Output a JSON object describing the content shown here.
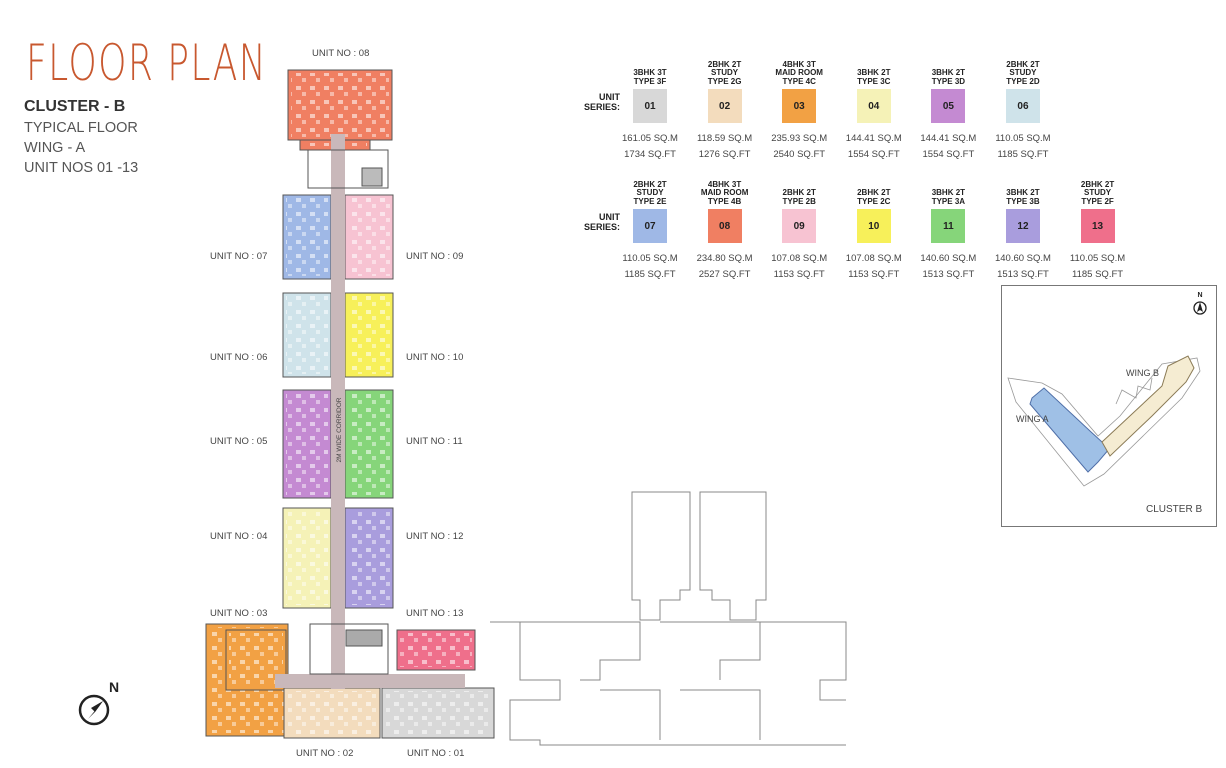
{
  "header": {
    "title": "FLOOR PLAN",
    "cluster": "CLUSTER - B",
    "floor": "TYPICAL FLOOR",
    "wing": "WING - A",
    "units": "UNIT NOS 01 -13"
  },
  "legend": {
    "series_label": "UNIT\nSERIES:",
    "row1": [
      {
        "type": "3BHK 3T\nTYPE 3F",
        "unit": "01",
        "color": "#d8d8d8",
        "sqm": "161.05 SQ.M",
        "sqft": "1734 SQ.FT"
      },
      {
        "type": "2BHK 2T\nSTUDY\nTYPE 2G",
        "unit": "02",
        "color": "#f3dcbd",
        "sqm": "118.59 SQ.M",
        "sqft": "1276 SQ.FT"
      },
      {
        "type": "4BHK 3T\nMAID ROOM\nTYPE 4C",
        "unit": "03",
        "color": "#f2a144",
        "sqm": "235.93 SQ.M",
        "sqft": "2540 SQ.FT"
      },
      {
        "type": "3BHK 2T\nTYPE 3C",
        "unit": "04",
        "color": "#f5f2b7",
        "sqm": "144.41 SQ.M",
        "sqft": "1554 SQ.FT"
      },
      {
        "type": "3BHK 2T\nTYPE 3D",
        "unit": "05",
        "color": "#c48ad2",
        "sqm": "144.41 SQ.M",
        "sqft": "1554 SQ.FT"
      },
      {
        "type": "2BHK 2T\nSTUDY\nTYPE 2D",
        "unit": "06",
        "color": "#cfe3ea",
        "sqm": "110.05 SQ.M",
        "sqft": "1185 SQ.FT"
      }
    ],
    "row2": [
      {
        "type": "2BHK 2T\nSTUDY\nTYPE 2E",
        "unit": "07",
        "color": "#9fb8e6",
        "sqm": "110.05 SQ.M",
        "sqft": "1185 SQ.FT"
      },
      {
        "type": "4BHK 3T\nMAID ROOM\nTYPE 4B",
        "unit": "08",
        "color": "#f07f62",
        "sqm": "234.80 SQ.M",
        "sqft": "2527 SQ.FT"
      },
      {
        "type": "2BHK 2T\nTYPE 2B",
        "unit": "09",
        "color": "#f7c3d2",
        "sqm": "107.08 SQ.M",
        "sqft": "1153 SQ.FT"
      },
      {
        "type": "2BHK 2T\nTYPE 2C",
        "unit": "10",
        "color": "#f7f05a",
        "sqm": "107.08 SQ.M",
        "sqft": "1153 SQ.FT"
      },
      {
        "type": "3BHK 2T\nTYPE 3A",
        "unit": "11",
        "color": "#86d57a",
        "sqm": "140.60 SQ.M",
        "sqft": "1513 SQ.FT"
      },
      {
        "type": "3BHK 2T\nTYPE 3B",
        "unit": "12",
        "color": "#a99ddd",
        "sqm": "140.60 SQ.M",
        "sqft": "1513 SQ.FT"
      },
      {
        "type": "2BHK 2T\nSTUDY\nTYPE 2F",
        "unit": "13",
        "color": "#ef6f8b",
        "sqm": "110.05 SQ.M",
        "sqft": "1185 SQ.FT"
      }
    ]
  },
  "plan": {
    "labels": {
      "u08": "UNIT NO : 08",
      "u07": "UNIT NO : 07",
      "u09": "UNIT NO : 09",
      "u06": "UNIT NO : 06",
      "u10": "UNIT NO : 10",
      "u05": "UNIT NO : 05",
      "u11": "UNIT NO : 11",
      "u04": "UNIT NO : 04",
      "u12": "UNIT NO : 12",
      "u03": "UNIT NO : 03",
      "u13": "UNIT NO : 13",
      "u02": "UNIT NO : 02",
      "u01": "UNIT NO : 01"
    },
    "corridor": "2M WIDE CORRIDOR",
    "north": "N",
    "corridor_color": "#c9b8ba"
  },
  "keyplan": {
    "north": "N",
    "wing_a": "WING A",
    "wing_b": "WING B",
    "cluster": "CLUSTER B",
    "wing_a_color": "#9fc0e6",
    "wing_b_color": "#f5ecd2"
  }
}
